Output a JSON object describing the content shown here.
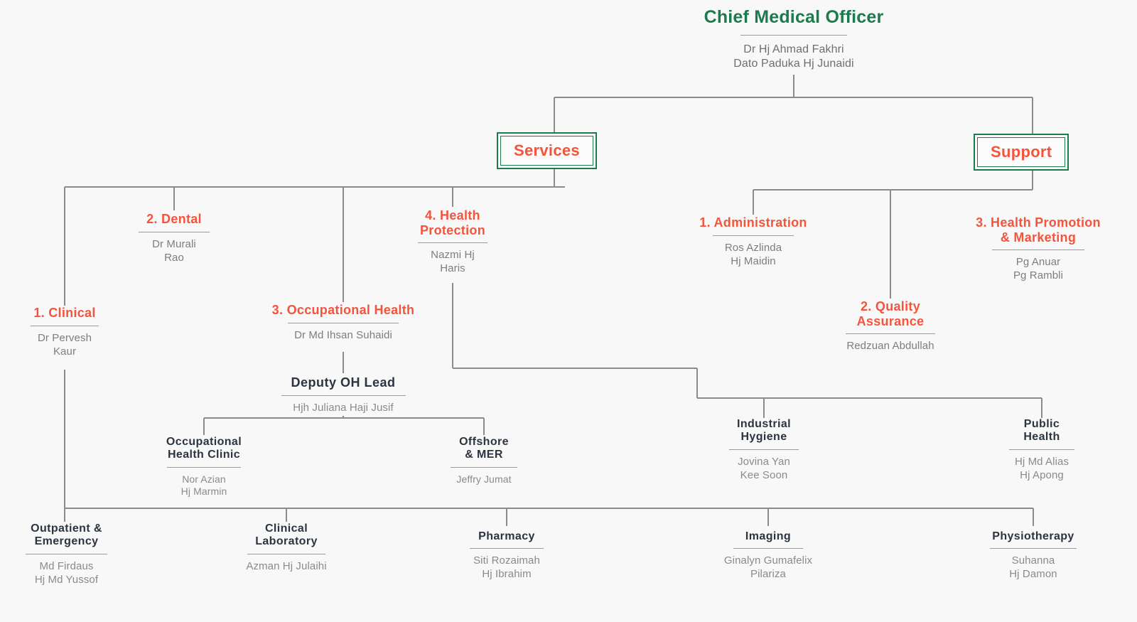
{
  "root": {
    "title": "Chief Medical Officer",
    "person": "Dr Hj Ahmad Fakhri\nDato Paduka  Hj Junaidi"
  },
  "divisions": [
    {
      "label": "Services"
    },
    {
      "label": "Support"
    }
  ],
  "services_units": [
    {
      "title": "1. Clinical",
      "person": "Dr Pervesh\nKaur"
    },
    {
      "title": "2. Dental",
      "person": "Dr Murali\nRao"
    },
    {
      "title": "3.  Occupational Health",
      "person": "Dr Md Ihsan Suhaidi"
    },
    {
      "title": "4. Health\nProtection",
      "person": "Nazmi Hj\nHaris"
    }
  ],
  "support_units": [
    {
      "title": "1. Administration",
      "person": "Ros Azlinda\nHj Maidin"
    },
    {
      "title": "2. Quality\nAssurance",
      "person": "Redzuan Abdullah"
    },
    {
      "title": "3. Health Promotion\n& Marketing",
      "person": "Pg Anuar\nPg Rambli"
    }
  ],
  "deputy": {
    "title": "Deputy OH Lead",
    "person": "Hjh Juliana Haji Jusif"
  },
  "oh_children": [
    {
      "title": "Occupational\nHealth Clinic",
      "person": "Nor Azian\nHj Marmin"
    },
    {
      "title": "Offshore\n& MER",
      "person": "Jeffry Jumat"
    }
  ],
  "protection_children": [
    {
      "title": "Industrial\nHygiene",
      "person": "Jovina Yan\nKee Soon"
    },
    {
      "title": "Public\nHealth",
      "person": "Hj Md Alias\nHj Apong"
    }
  ],
  "clinical_children": [
    {
      "title": "Outpatient &\nEmergency",
      "person": "Md Firdaus\nHj Md Yussof"
    },
    {
      "title": "Clinical\nLaboratory",
      "person": "Azman Hj Julaihi"
    },
    {
      "title": "Pharmacy",
      "person": "Siti Rozaimah\nHj Ibrahim"
    },
    {
      "title": "Imaging",
      "person": "Ginalyn Gumafelix\nPilariza"
    },
    {
      "title": "Physiotherapy",
      "person": "Suhanna\nHj Damon"
    }
  ],
  "colors": {
    "background": "#f7f8f7",
    "root_green": "#1d7a4c",
    "unit_red": "#f4543c",
    "sub_dark": "#2b3440",
    "person_gray": "#7d7d7d",
    "line_gray": "#8c8c8c"
  }
}
